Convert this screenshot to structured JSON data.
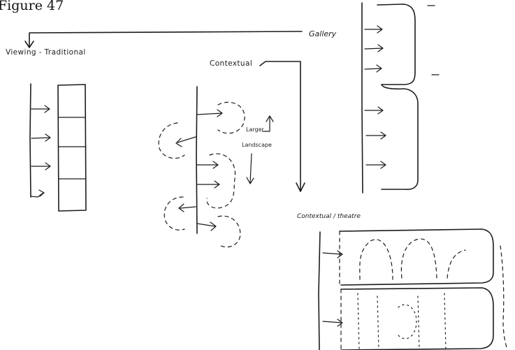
{
  "figure_title": "Figure 47",
  "labels": {
    "gallery": "Gallery",
    "viewing_traditional": "Viewing - Traditional",
    "contextual": "Contextual",
    "larger_landscape_line1": "Larger",
    "larger_landscape_line2": "Landscape",
    "contextual_theatre": "Contextual / theatre"
  }
}
